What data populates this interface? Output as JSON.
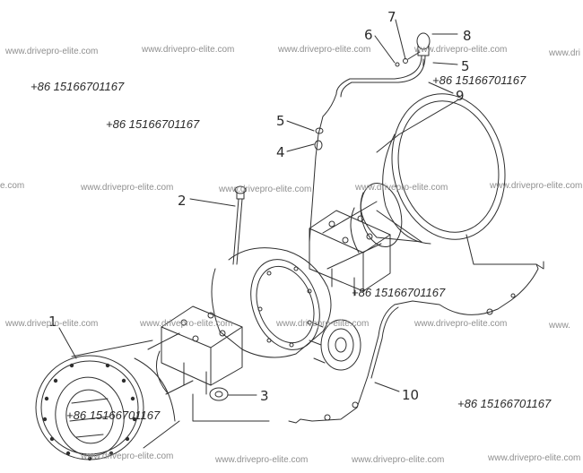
{
  "watermark_text": "www.drivepro-elite.com",
  "watermark_fragment_left": "e.com",
  "watermark_fragment_right": "www.dri",
  "watermark_fragment_right2": "www.",
  "phone_text": "+86 15166701167",
  "callouts": {
    "c1": "1",
    "c2": "2",
    "c3": "3",
    "c4": "4",
    "c5a": "5",
    "c5b": "5",
    "c6": "6",
    "c7": "7",
    "c8": "8",
    "c9": "9",
    "c10": "10"
  },
  "colors": {
    "line": "#2f2f2f",
    "watermark": "#8f8f8f"
  }
}
